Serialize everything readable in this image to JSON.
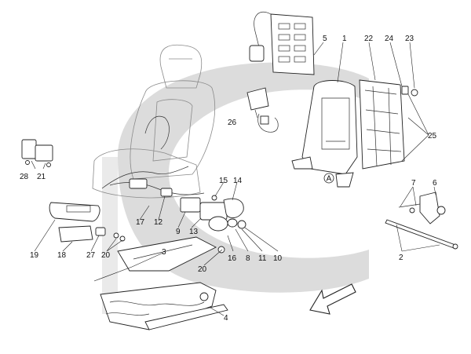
{
  "callouts": [
    "1",
    "2",
    "3",
    "4",
    "5",
    "6",
    "7",
    "8",
    "9",
    "10",
    "11",
    "12",
    "13",
    "14",
    "15",
    "16",
    "17",
    "18",
    "19",
    "20",
    "20",
    "21",
    "22",
    "23",
    "24",
    "25",
    "26",
    "27",
    "28"
  ],
  "marker": "A",
  "colors": {
    "swoosh": "#dcdcdc",
    "ink": "#222222",
    "ghost": "#8a8a8a"
  }
}
